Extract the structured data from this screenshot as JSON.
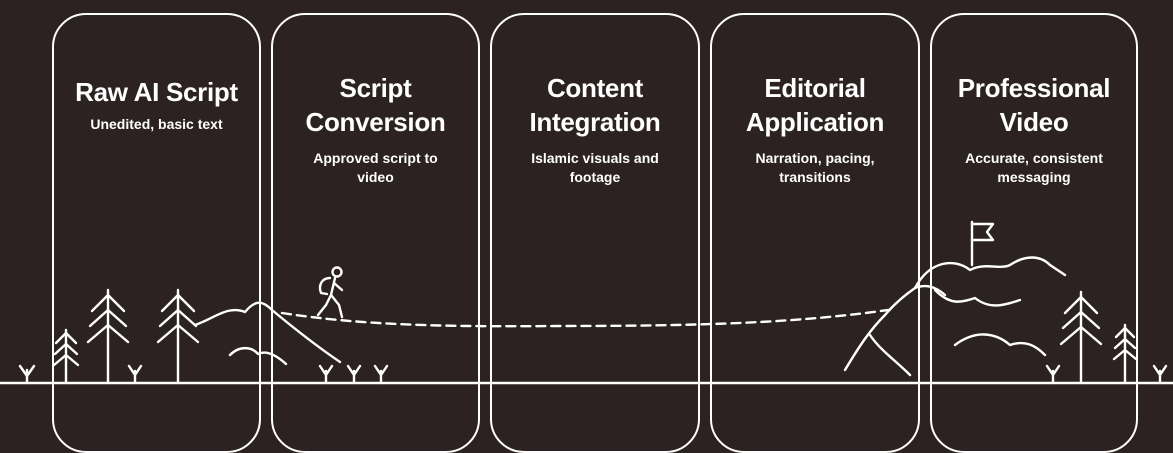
{
  "colors": {
    "background": "#2d2222",
    "stroke": "#ffffff"
  },
  "stages": [
    {
      "title": "Raw AI Script",
      "subtitle": "Unedited, basic text"
    },
    {
      "title": "Script Conversion",
      "subtitle": "Approved script to video"
    },
    {
      "title": "Content Integration",
      "subtitle": "Islamic visuals and footage"
    },
    {
      "title": "Editorial Application",
      "subtitle": "Narration, pacing, transitions"
    },
    {
      "title": "Professional Video",
      "subtitle": "Accurate, consistent messaging"
    }
  ],
  "illustration": {
    "hiker_icon": "hiker-icon",
    "flag_icon": "flag-icon",
    "tree_icon": "pine-tree-icon",
    "grass_icon": "grass-sprout-icon",
    "mountain_icon": "mountain-icon"
  }
}
